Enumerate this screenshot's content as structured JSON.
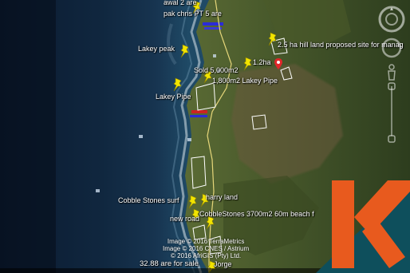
{
  "labels": {
    "awal": "awal 2 are",
    "pak_chris": "pak chris PT 5 are",
    "lakey_peak": "Lakey peak",
    "hill_land": "2.5 ha hill land proposed site for manag",
    "one_two_ha": "1.2ha",
    "sold": "Sold 5,000m2",
    "lakey_pipe_plot": "1,800m2 Lakey Pipe",
    "lakey_pipe": "Lakey Pipe",
    "cobble_surf": "Cobble Stones surf",
    "harry_land": "harry land",
    "new_road": "new road",
    "cobblestones_plot": "CobbleStones 3700m2 60m beach f",
    "for_sale": "32.88 are for sale",
    "jorge": "Jorge"
  },
  "credits": {
    "line1": "Image © 2016 TerraMetrics",
    "line2": "Image © 2016 CNES / Astrium",
    "line3": "© 2016 AfriGIS (Pty) Ltd."
  },
  "colors": {
    "pin": "#f2e400",
    "logo_orange": "#e85a1e",
    "logo_teal": "#0e4f5c",
    "road": "#e6d77a"
  },
  "icons": [
    "pushpin-icon",
    "red-placemark-icon",
    "compass-icon",
    "zoom-slider-icon",
    "street-view-icon"
  ]
}
